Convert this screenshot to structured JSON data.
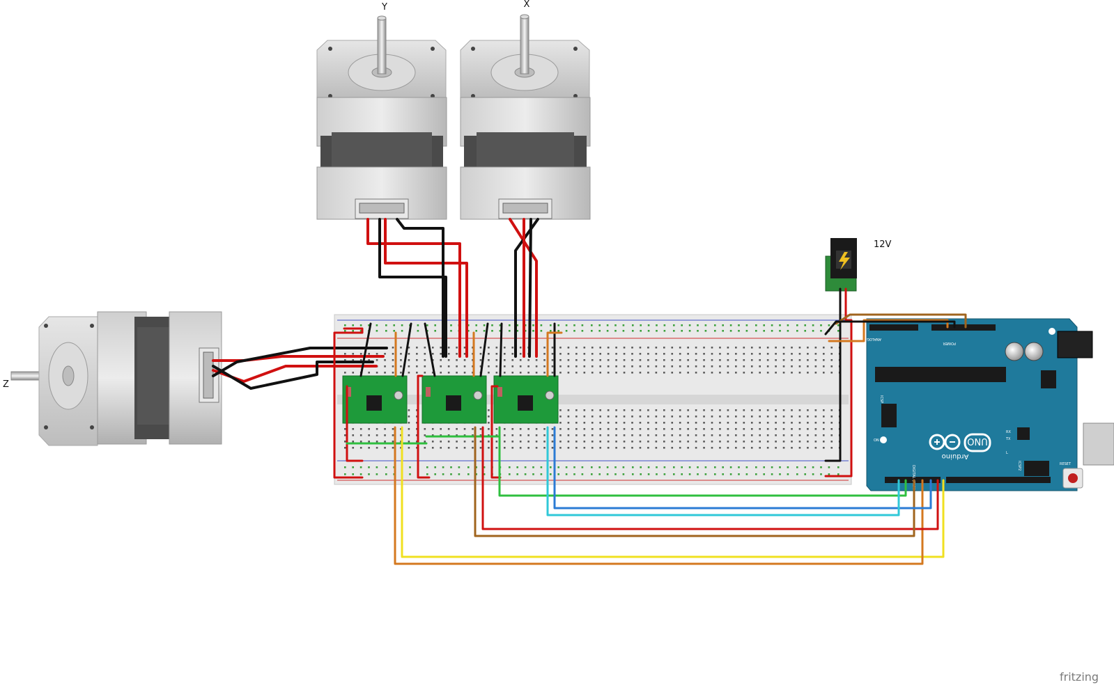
{
  "labels": {
    "motor_y": "Y",
    "motor_x": "X",
    "motor_z": "Z",
    "power": "12V",
    "brand": "fritzing"
  },
  "arduino": {
    "model": "UNO",
    "brand": "Arduino",
    "header_analog": "ANALOG IN",
    "header_power": "POWER",
    "header_digital": "DIGITAL (PWM=~)",
    "icsp": "ICSP",
    "icsp2": "ICSP2",
    "reset": "RESET",
    "on": "ON",
    "tx": "TX",
    "rx": "RX",
    "l": "L"
  },
  "colors": {
    "arduino_board": "#1f7a9c",
    "driver_board": "#1e9a3a",
    "breadboard": "#e9e9e9",
    "wire_red": "#d01010",
    "wire_black": "#111111",
    "wire_orange": "#d4781f",
    "wire_yellow": "#f0e020",
    "wire_green": "#2fbf3f",
    "wire_blue": "#2b7bd4",
    "wire_cyan": "#30c8d8",
    "wire_brown": "#a0641e",
    "power_jack": "#2e8b3a"
  }
}
